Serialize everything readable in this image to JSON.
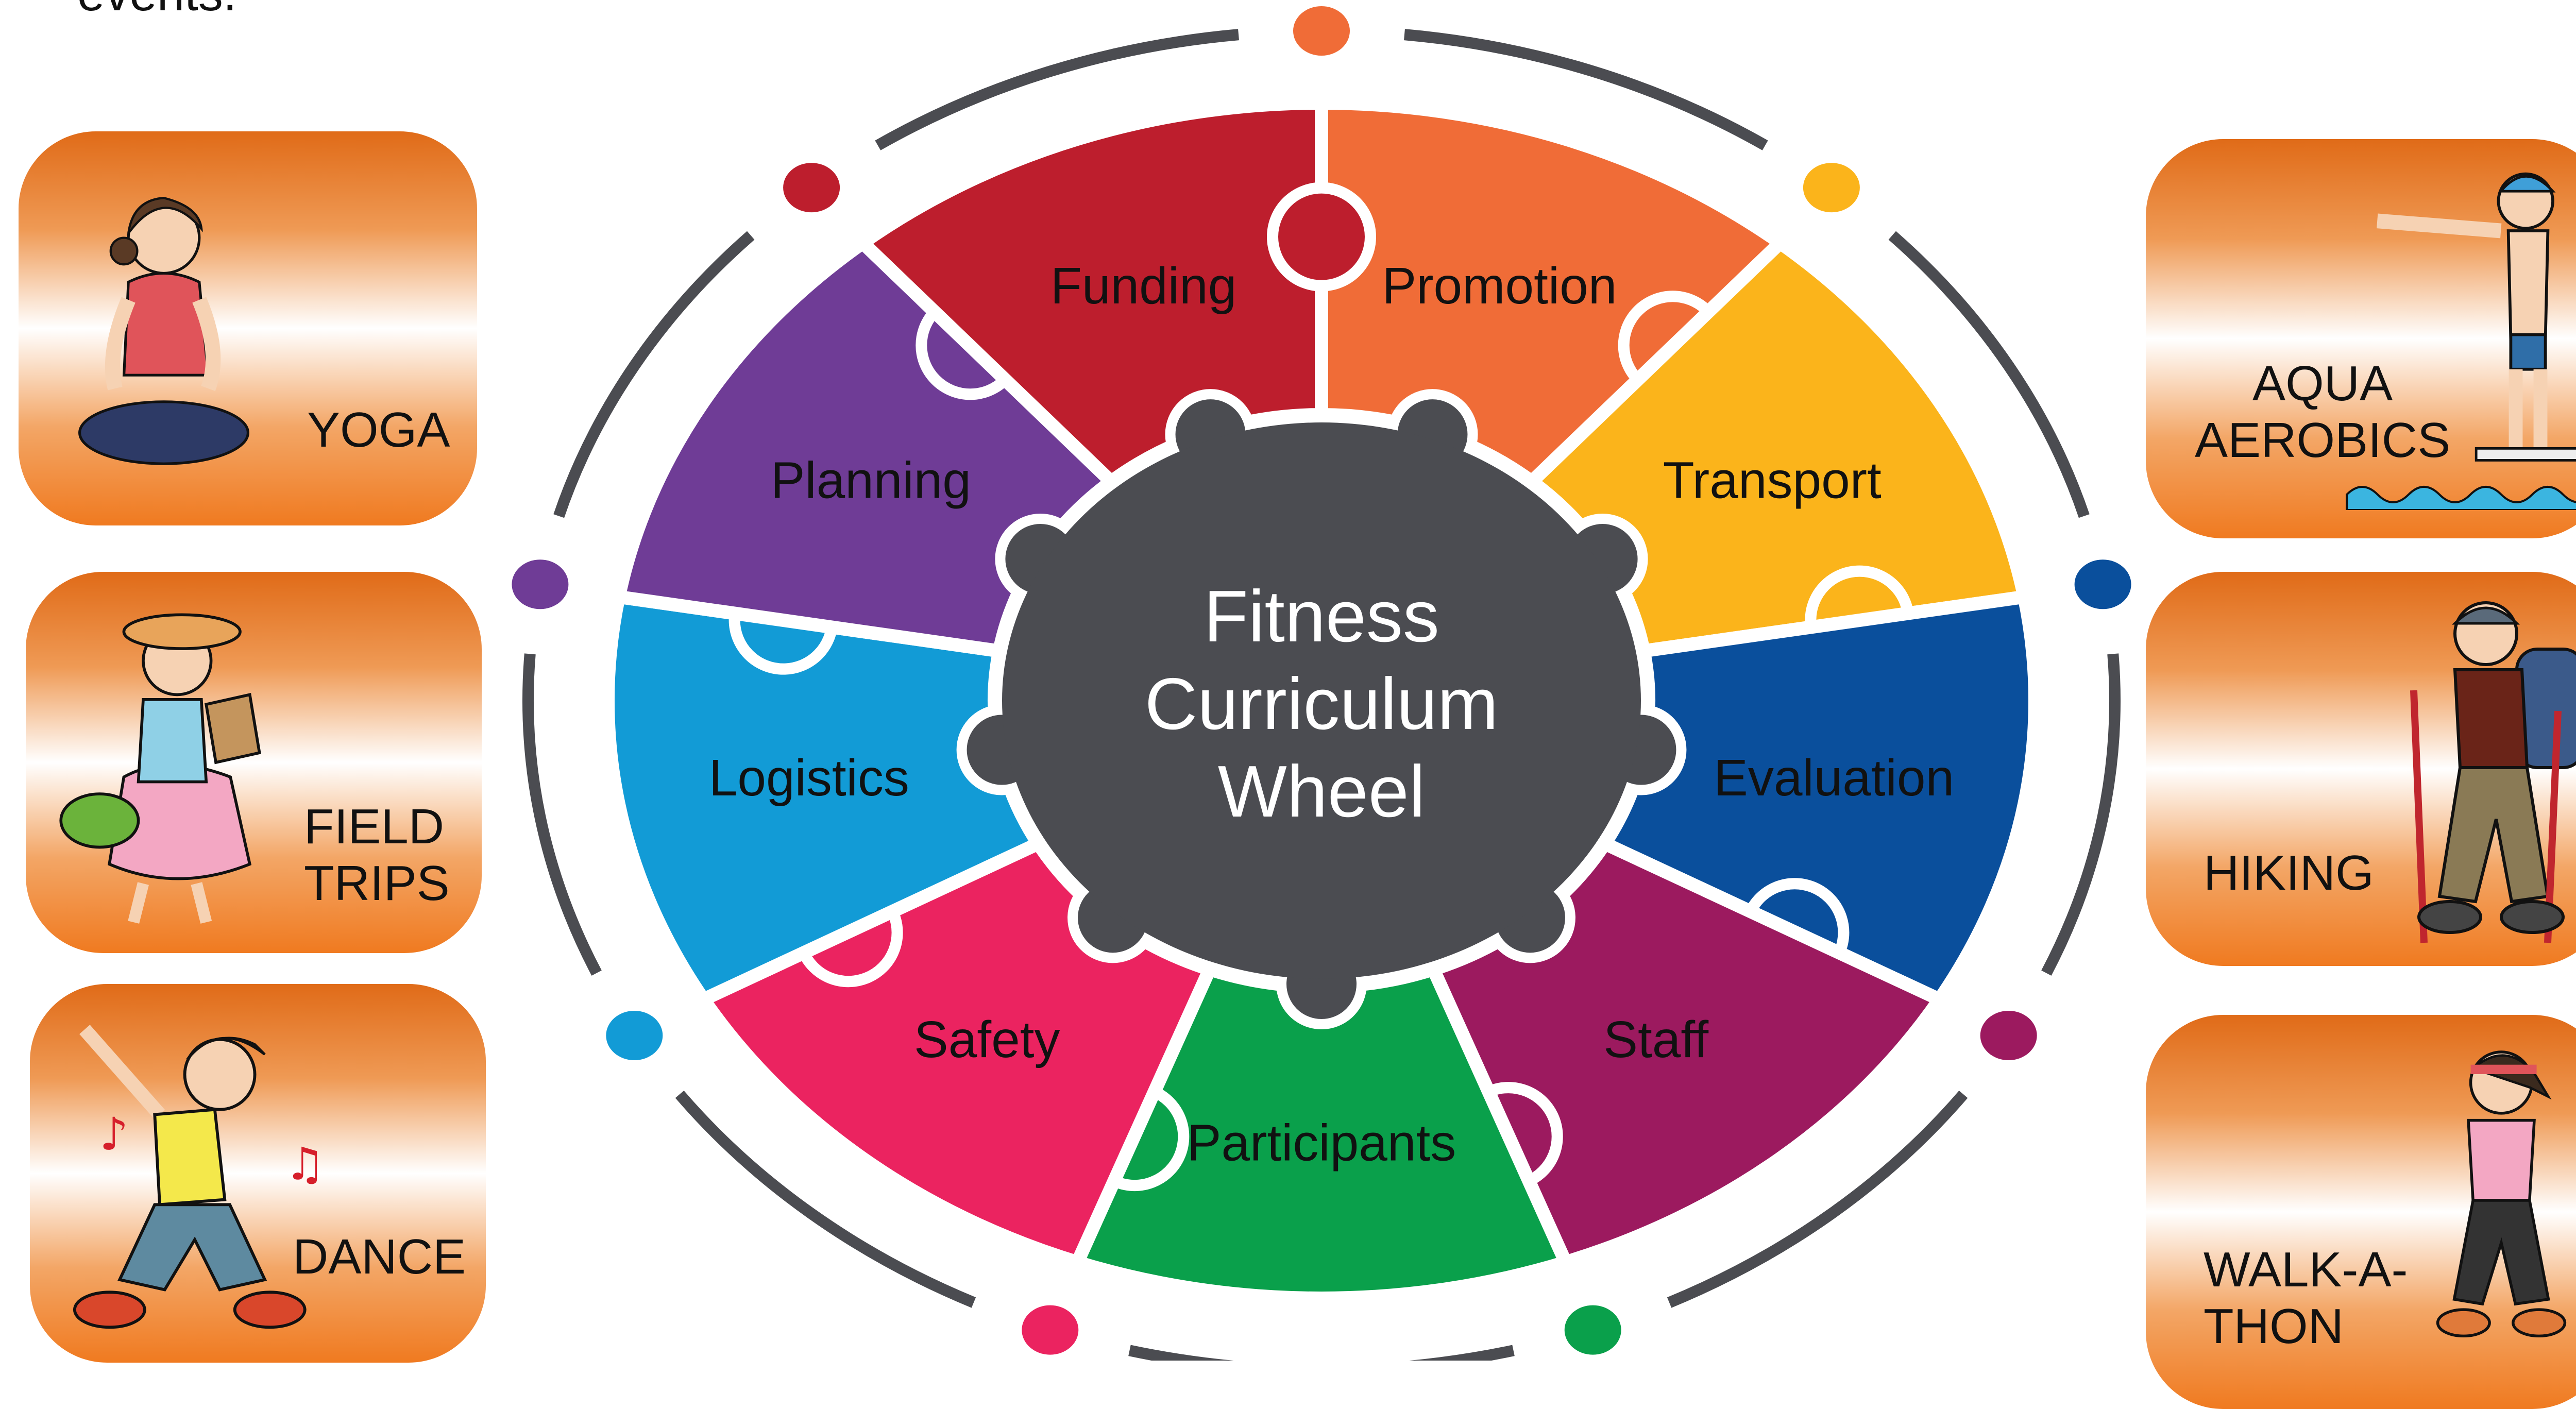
{
  "intro_text": "events.",
  "diagram": {
    "center_lines": [
      "Fitness",
      "Curriculum",
      "Wheel"
    ],
    "segments": [
      {
        "label": "Promotion",
        "color": "#f06c37"
      },
      {
        "label": "Transport",
        "color": "#fbb41b"
      },
      {
        "label": "Evaluation",
        "color": "#0a4f9c"
      },
      {
        "label": "Staff",
        "color": "#9c1a5f"
      },
      {
        "label": "Participants",
        "color": "#0aa04b"
      },
      {
        "label": "Safety",
        "color": "#eb2360"
      },
      {
        "label": "Logistics",
        "color": "#129bd6"
      },
      {
        "label": "Planning",
        "color": "#6f3c96"
      },
      {
        "label": "Funding",
        "color": "#bd1e2d"
      }
    ],
    "center_color": "#4b4c51",
    "ring_color": "#4b4c51"
  },
  "activities_left": [
    {
      "label": "YOGA",
      "icon": "yoga-figure-icon"
    },
    {
      "label": "FIELD\nTRIPS",
      "icon": "field-trip-figure-icon"
    },
    {
      "label": "DANCE",
      "icon": "dancer-figure-icon"
    }
  ],
  "activities_right": [
    {
      "label": "AQUA\nAEROBICS",
      "icon": "swimmer-figure-icon"
    },
    {
      "label": "HIKING",
      "icon": "hiker-figure-icon"
    },
    {
      "label": "WALK-A-\nTHON",
      "icon": "walker-figure-icon"
    }
  ]
}
